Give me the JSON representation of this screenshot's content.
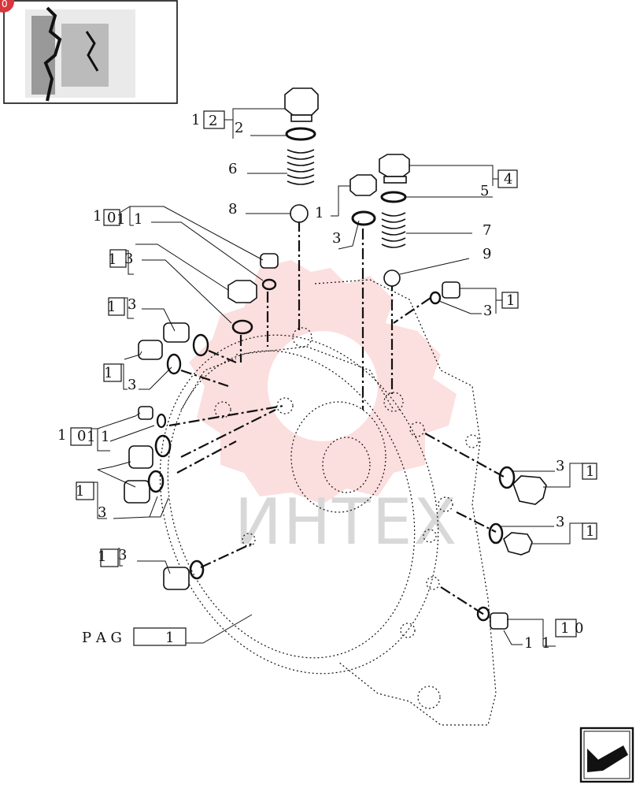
{
  "badge": "0",
  "watermark": "ИНТЕХ",
  "labels": {
    "l12": "1",
    "l12b": "2",
    "l2": "2",
    "l6": "6",
    "l8": "8",
    "l4": "4",
    "l5": "5",
    "l7": "7",
    "l9": "9",
    "l3r1": "3",
    "l1r1": "1",
    "l101a": "1",
    "l101a_box": "0",
    "l101a_c": "1",
    "l101a_r": "1",
    "l3a": "3",
    "l1a": "1",
    "l3b": "3",
    "l1b": "1",
    "l3c": "3",
    "l1c": "1",
    "l101b": "1",
    "l101b_box": "0",
    "l101b_c": "1",
    "l101b_r": "1",
    "l1d": "1",
    "l3d": "3",
    "l1e": "1",
    "l3e": "3",
    "l1f": "1",
    "l3f": "3",
    "l3g": "3",
    "l1g": "1",
    "l3h": "3",
    "l1h": "1",
    "l11": "1",
    "l11b": "1",
    "l10box": "1",
    "l10": "0",
    "lmid1": "1",
    "lmid3": "3",
    "pag": "P A G",
    "pag_val": "1"
  }
}
